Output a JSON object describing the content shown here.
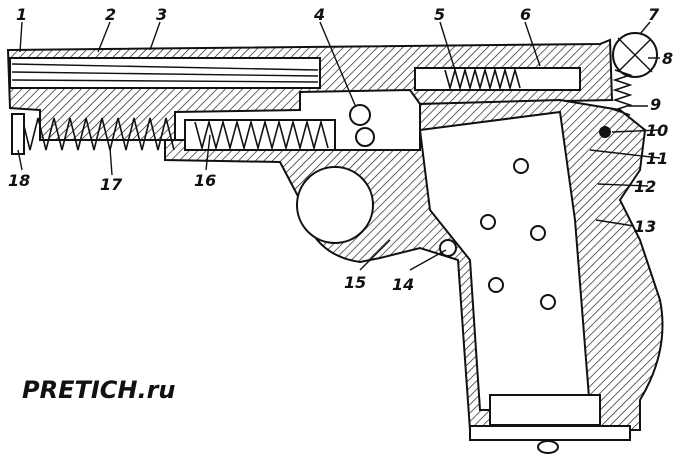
{
  "watermark": "PRETICH.ru",
  "labels": {
    "l1": "1",
    "l2": "2",
    "l3": "3",
    "l4": "4",
    "l5": "5",
    "l6": "6",
    "l7": "7",
    "l8": "8",
    "l9": "9",
    "l10": "10",
    "l11": "11",
    "l12": "12",
    "l13": "13",
    "l14": "14",
    "l15": "15",
    "l16": "16",
    "l17": "17",
    "l18": "18"
  }
}
